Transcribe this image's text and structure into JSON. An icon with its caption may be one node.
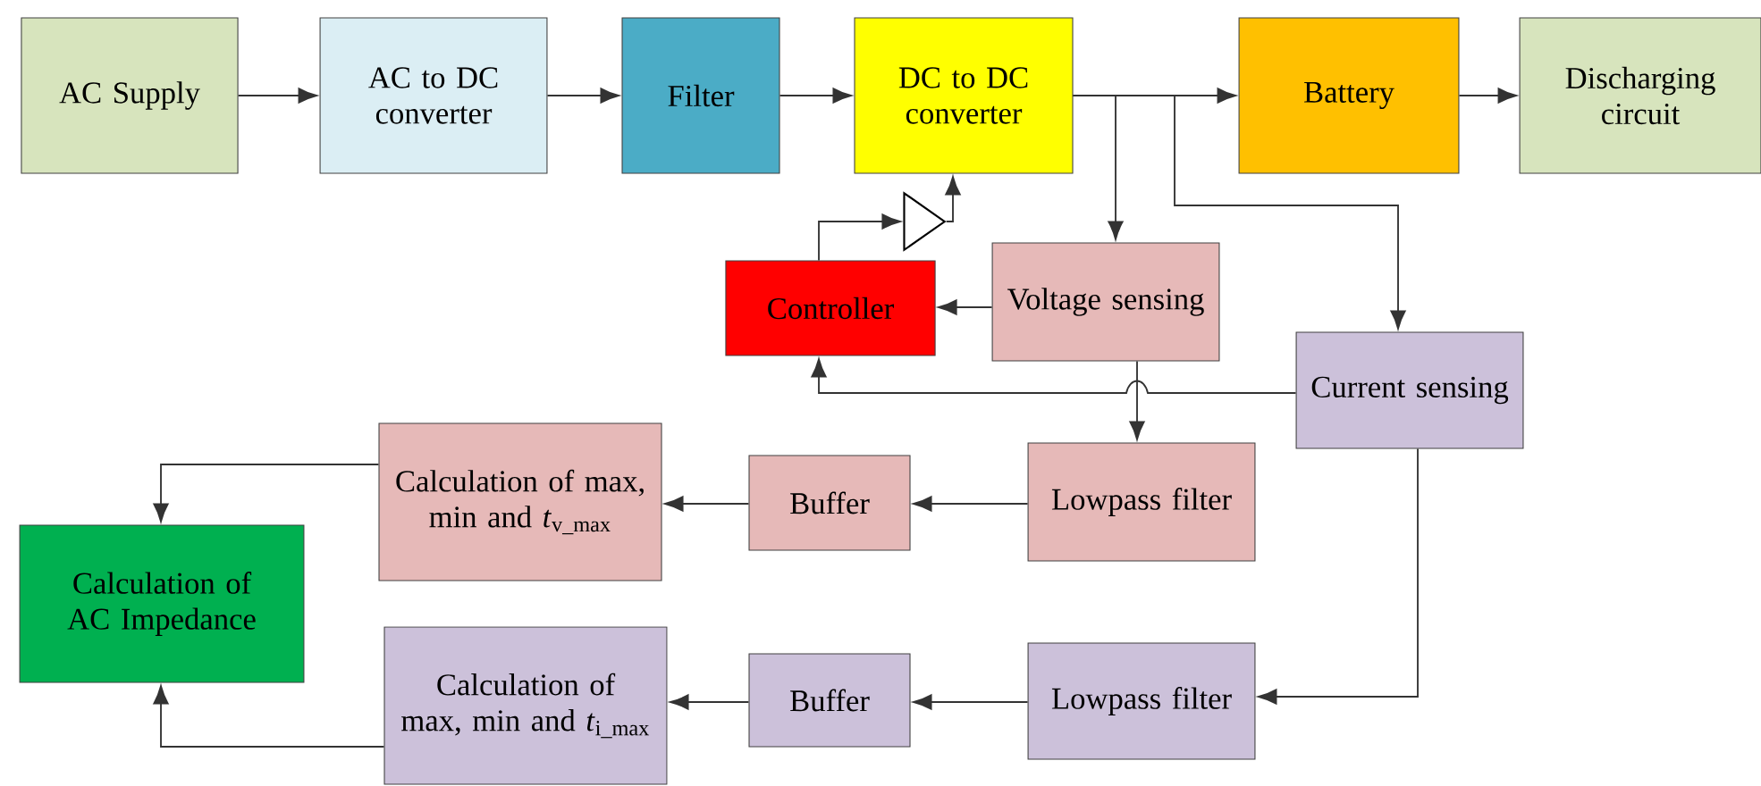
{
  "diagram": {
    "nodes": [
      {
        "text": [
          "AC Supply"
        ]
      },
      {
        "text": [
          "AC to DC converter"
        ]
      },
      {
        "text": [
          "Filter"
        ]
      },
      {
        "text": [
          "DC to DC converter"
        ]
      },
      {
        "text": [
          "Battery"
        ]
      },
      {
        "text": [
          "Discharging circuit"
        ]
      },
      {
        "text": [],
        "shape": "triangle"
      },
      {
        "text": [
          "Controller"
        ]
      },
      {
        "text": [
          "Voltage sensing"
        ]
      },
      {
        "text": [
          "Current sensing"
        ]
      },
      {
        "text": [
          "Calculation of max, min and *t*$_{v_max}$"
        ]
      },
      {
        "text": [
          "Buffer"
        ]
      },
      {
        "text": [
          "Lowpass filter"
        ]
      },
      {
        "text": [
          "Calculation of AC Impedance"
        ]
      },
      {
        "text": [
          "Calculation of max, min and *t*$_{i_max}$"
        ]
      },
      {
        "text": [
          "Buffer"
        ]
      },
      {
        "text": [
          "Lowpass filter"
        ]
      }
    ],
    "edges": [
      {
        "from": 0,
        "to": 1,
        "arrow": "to"
      },
      {
        "from": 1,
        "to": 2,
        "arrow": "to"
      },
      {
        "from": 2,
        "to": 3,
        "arrow": "to"
      },
      {
        "from": 3,
        "to": 4,
        "arrow": "to"
      },
      {
        "from": 4,
        "to": 5,
        "arrow": "to"
      },
      {
        "from": 3,
        "to": 8,
        "arrow": "to"
      },
      {
        "from": 3,
        "to": 9,
        "arrow": "to"
      },
      {
        "from": 7,
        "to": 6,
        "arrow": "to"
      },
      {
        "from": 6,
        "to": 3,
        "arrow": "to"
      },
      {
        "from": 8,
        "to": 7,
        "arrow": "to"
      },
      {
        "from": 9,
        "to": 7,
        "arrow": "to"
      },
      {
        "from": 8,
        "to": 12,
        "arrow": "to"
      },
      {
        "from": 12,
        "to": 11,
        "arrow": "to"
      },
      {
        "from": 11,
        "to": 10,
        "arrow": "to"
      },
      {
        "from": 10,
        "to": 13,
        "arrow": "to"
      },
      {
        "from": 9,
        "to": 16,
        "arrow": "to"
      },
      {
        "from": 16,
        "to": 15,
        "arrow": "to"
      },
      {
        "from": 15,
        "to": 14,
        "arrow": "to"
      },
      {
        "from": 14,
        "to": 13,
        "arrow": "to"
      }
    ]
  }
}
